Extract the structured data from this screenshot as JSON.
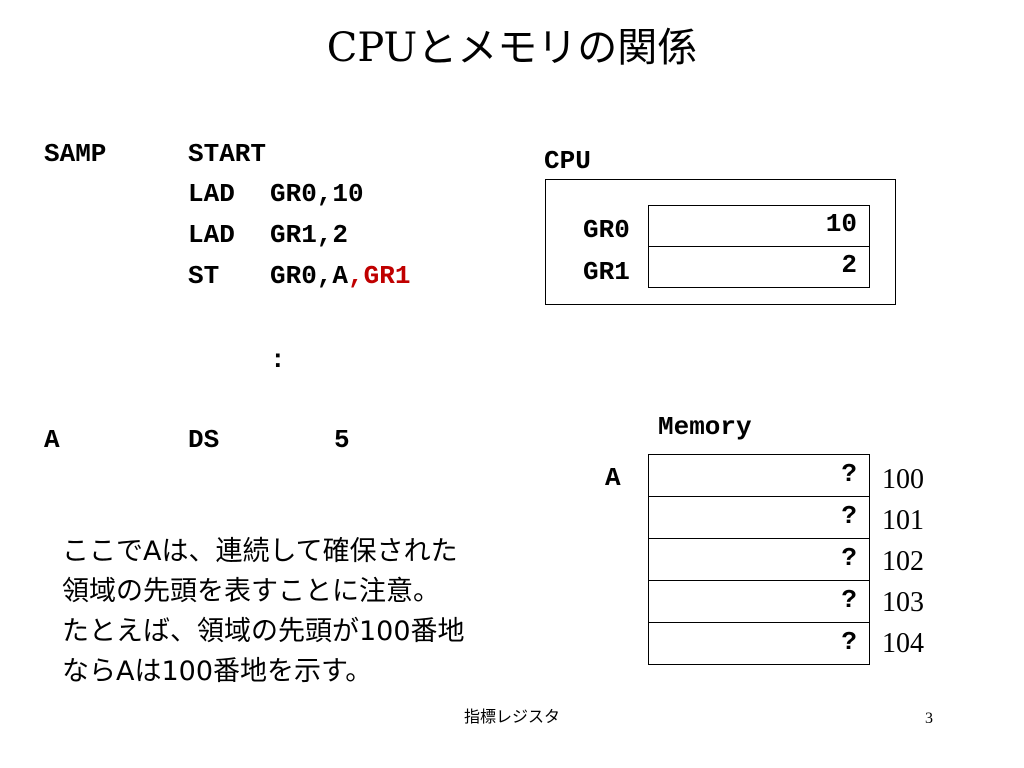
{
  "title": "CPUとメモリの関係",
  "code": {
    "line1": {
      "label": "SAMP",
      "op": "START"
    },
    "line2": {
      "op": "LAD",
      "args": "GR0,10"
    },
    "line3": {
      "op": "LAD",
      "args": "GR1,2"
    },
    "line4": {
      "op": "ST",
      "args": "GR0,A",
      "args_highlight": ",GR1"
    },
    "line5": {
      "ellipsis": ":"
    },
    "line6": {
      "label": "A",
      "op": "DS",
      "args": "5"
    }
  },
  "cpu": {
    "label": "CPU",
    "registers": [
      {
        "name": "GR0",
        "value": "10"
      },
      {
        "name": "GR1",
        "value": "2"
      }
    ]
  },
  "memory": {
    "label": "Memory",
    "symbol": "A",
    "cells": [
      {
        "value": "?",
        "address": "100"
      },
      {
        "value": "?",
        "address": "101"
      },
      {
        "value": "?",
        "address": "102"
      },
      {
        "value": "?",
        "address": "103"
      },
      {
        "value": "?",
        "address": "104"
      }
    ]
  },
  "note": {
    "lines": [
      "ここでAは、連続して確保された",
      "領域の先頭を表すことに注意。",
      "たとえば、領域の先頭が100番地",
      "ならAは100番地を示す。"
    ]
  },
  "footer": {
    "center": "指標レジスタ",
    "page": "3"
  },
  "colors": {
    "highlight": "#c00000"
  }
}
